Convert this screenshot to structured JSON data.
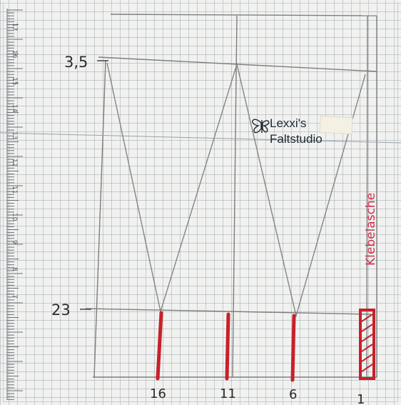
{
  "ruler": {
    "numbers": [
      "17",
      "16",
      "15",
      "14",
      "13",
      "12",
      "11",
      "10",
      "9",
      "8",
      "7"
    ]
  },
  "labels": {
    "top_measure": "3,5",
    "bottom_measure": "23",
    "marks": [
      "16",
      "11",
      "6",
      "1"
    ],
    "flap_label": "Klebelasche"
  },
  "logo": {
    "line1": "Lexxi's",
    "line2": "Faltstudio"
  },
  "colors": {
    "pencil": "#7d7d7d",
    "marker_red": "#c8202a",
    "label_red": "#d0304a"
  }
}
